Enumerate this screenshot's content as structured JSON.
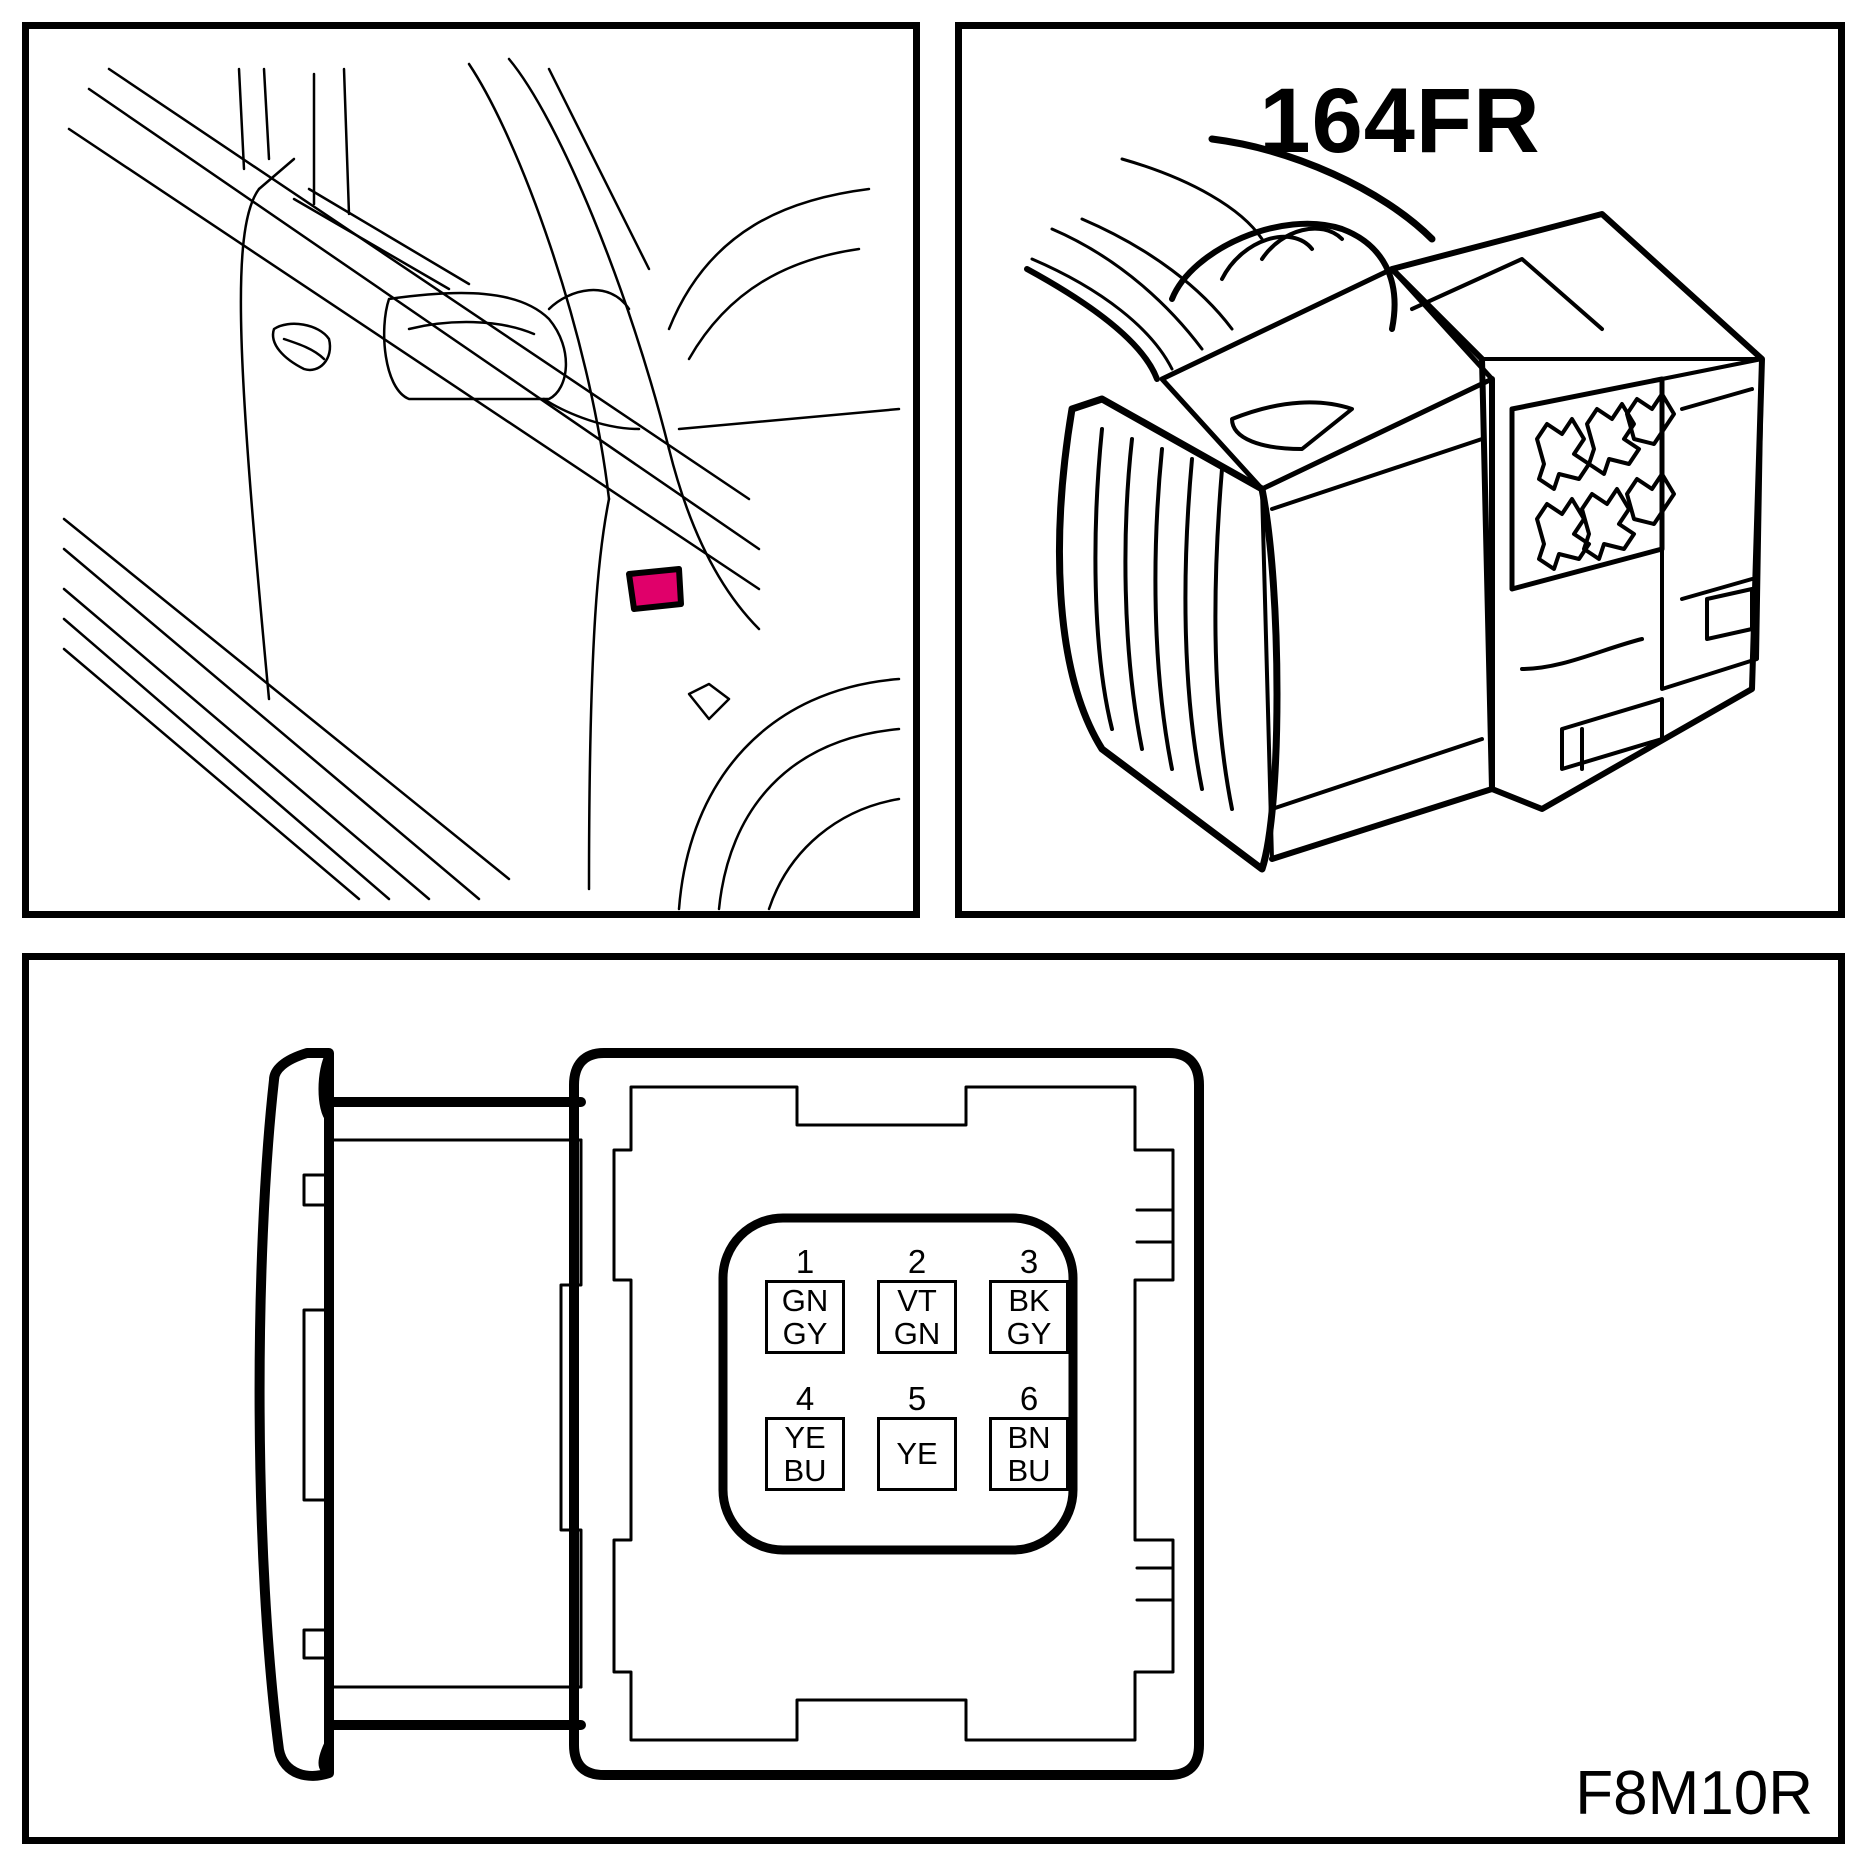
{
  "top_right": {
    "connector_id": "164FR"
  },
  "bottom": {
    "figure_code": "F8M10R"
  },
  "colors": {
    "location_marker": "#e0006a",
    "line": "#000000",
    "background": "#ffffff"
  },
  "pins": [
    {
      "number": "1",
      "wire1": "GN",
      "wire2": "GY"
    },
    {
      "number": "2",
      "wire1": "VT",
      "wire2": "GN"
    },
    {
      "number": "3",
      "wire1": "BK",
      "wire2": "GY"
    },
    {
      "number": "4",
      "wire1": "YE",
      "wire2": "BU"
    },
    {
      "number": "5",
      "wire1": "YE",
      "wire2": ""
    },
    {
      "number": "6",
      "wire1": "BN",
      "wire2": "BU"
    }
  ]
}
